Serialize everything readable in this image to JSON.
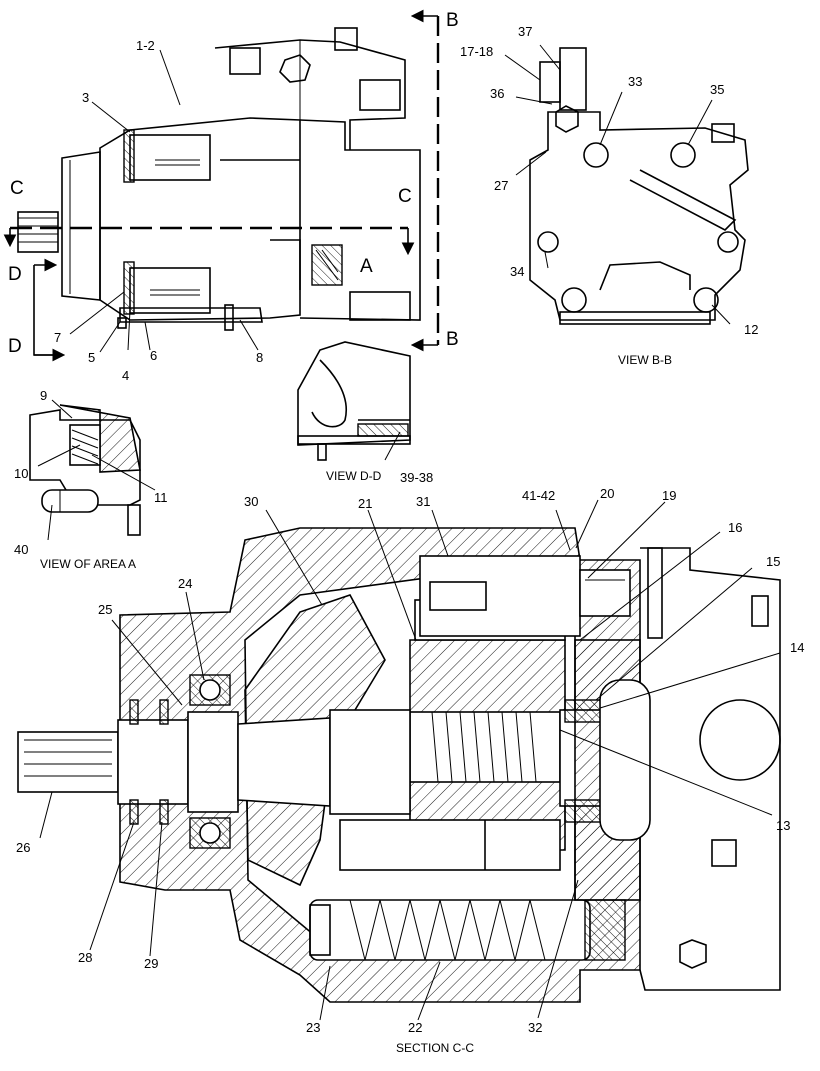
{
  "section_markers": {
    "b_top": "B",
    "b_bottom": "B",
    "c_left": "C",
    "c_right": "C",
    "d_top": "D",
    "d_bottom": "D",
    "a": "A"
  },
  "view_captions": {
    "view_bb": "VIEW B-B",
    "view_dd": "VIEW D-D",
    "view_area_a": "VIEW OF AREA A",
    "section_cc": "SECTION C-C"
  },
  "callouts": {
    "c1_2": "1-2",
    "c3": "3",
    "c4": "4",
    "c5": "5",
    "c6": "6",
    "c7": "7",
    "c8": "8",
    "c9": "9",
    "c10": "10",
    "c11": "11",
    "c12": "12",
    "c13": "13",
    "c14": "14",
    "c15": "15",
    "c16": "16",
    "c17_18": "17-18",
    "c19": "19",
    "c20": "20",
    "c21": "21",
    "c22": "22",
    "c23": "23",
    "c24": "24",
    "c25": "25",
    "c26": "26",
    "c27": "27",
    "c28": "28",
    "c29": "29",
    "c30": "30",
    "c31": "31",
    "c32": "32",
    "c33": "33",
    "c34": "34",
    "c35": "35",
    "c36": "36",
    "c37": "37",
    "c39_38": "39-38",
    "c40": "40",
    "c41_42": "41-42"
  }
}
